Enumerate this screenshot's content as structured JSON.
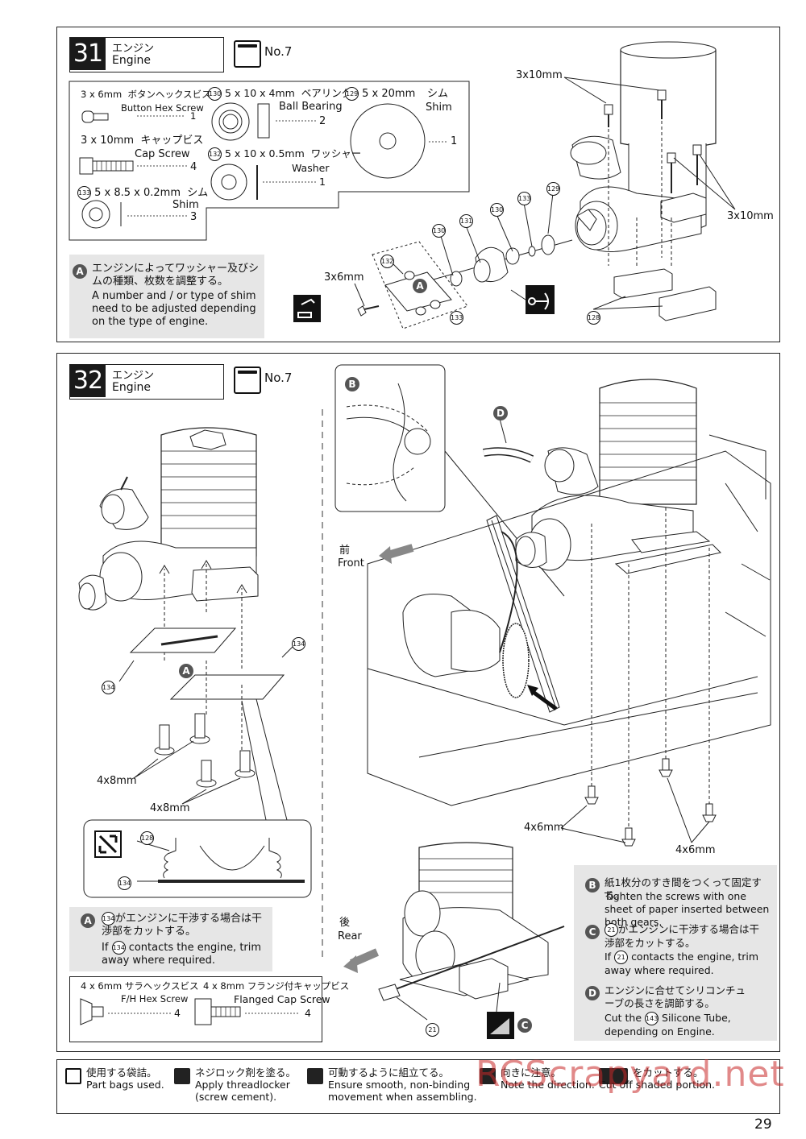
{
  "steps": [
    {
      "number": "31",
      "title_jp": "エンジン",
      "title_en": "Engine",
      "bag": "No.7",
      "parts": [
        {
          "size": "3 x 6mm",
          "jp": "ボタンヘックスビス",
          "en": "Button Hex Screw",
          "qty": "1"
        },
        {
          "size": "3 x 10mm",
          "jp": "キャップビス",
          "en": "Cap Screw",
          "qty": "4"
        },
        {
          "num": "133",
          "size": "5 x 8.5 x 0.2mm",
          "jp": "シム",
          "en": "Shim",
          "qty": "3"
        },
        {
          "num": "130",
          "size": "5 x 10 x 4mm",
          "jp": "ベアリング",
          "en": "Ball Bearing",
          "qty": "2"
        },
        {
          "num": "132",
          "size": "5 x 10 x 0.5mm",
          "jp": "ワッシャー",
          "en": "Washer",
          "qty": "1"
        },
        {
          "num": "129",
          "size": "5 x 20mm",
          "jp": "シム",
          "en": "Shim",
          "qty": "1"
        }
      ],
      "note_badge": "A",
      "note_jp": "エンジンによってワッシャー及びシムの種類、枚数を調整する。",
      "note_en": "A number and / or type of shim need to be adjusted depending on the type of engine.",
      "callouts": {
        "screw_top": "3x10mm",
        "screw_right": "3x10mm",
        "screw_left": "3x6mm",
        "n132": "132",
        "n130a": "130",
        "n131": "131",
        "n130b": "130",
        "n133a": "133",
        "n129": "129",
        "n133b": "133",
        "n128": "128",
        "badge": "A"
      }
    },
    {
      "number": "32",
      "title_jp": "エンジン",
      "title_en": "Engine",
      "bag": "No.7",
      "front_jp": "前",
      "front_en": "Front",
      "rear_jp": "後",
      "rear_en": "Rear",
      "screw_a": "4x8mm",
      "screw_b": "4x8mm",
      "screw_c": "4x6mm",
      "screw_d": "4x6mm",
      "n134a": "134",
      "n134b": "134",
      "n128": "128",
      "n134c": "134",
      "n21": "21",
      "note_a_badge": "A",
      "note_a_jp": "がエンジンに干渉する場合は干渉部をカットする。",
      "note_a_num": "134",
      "note_a_en_pre": "If",
      "note_a_en": "contacts the engine, trim away where required.",
      "notes_right": [
        {
          "badge": "B",
          "jp": "紙1枚分のすき間をつくって固定する。",
          "en": "Tighten the screws with one sheet of paper inserted between both gears."
        },
        {
          "badge": "C",
          "num": "21",
          "jp": "がエンジンに干渉する場合は干渉部をカットする。",
          "en_pre": "If",
          "en": "contacts the engine, trim away where required."
        },
        {
          "badge": "D",
          "jp": "エンジンに合せてシリコンチューブの長さを調節する。",
          "en_pre": "Cut the",
          "num": "143",
          "en": "Silicone Tube, depending on Engine."
        }
      ],
      "parts": [
        {
          "size": "4 x 6mm",
          "jp": "サラヘックスビス",
          "en": "F/H Hex Screw",
          "qty": "4"
        },
        {
          "size": "4 x 8mm",
          "jp": "フランジ付キャップビス",
          "en": "Flanged Cap Screw",
          "qty": "4"
        }
      ],
      "inset_badges": {
        "b": "B",
        "d": "D",
        "c": "C"
      }
    }
  ],
  "legend": [
    {
      "jp": "使用する袋詰。",
      "en": "Part bags used."
    },
    {
      "jp": "ネジロック剤を塗る。",
      "en": "Apply threadlocker (screw cement)."
    },
    {
      "jp": "可動するように組立てる。",
      "en": "Ensure smooth, non-binding movement when assembling."
    },
    {
      "jp": "向きに注意。",
      "en": "Note the direction."
    },
    {
      "jp": "をカットする。",
      "en": "Cut off shaded portion."
    }
  ],
  "watermark": "RCScrapyard.net",
  "page_number": "29"
}
